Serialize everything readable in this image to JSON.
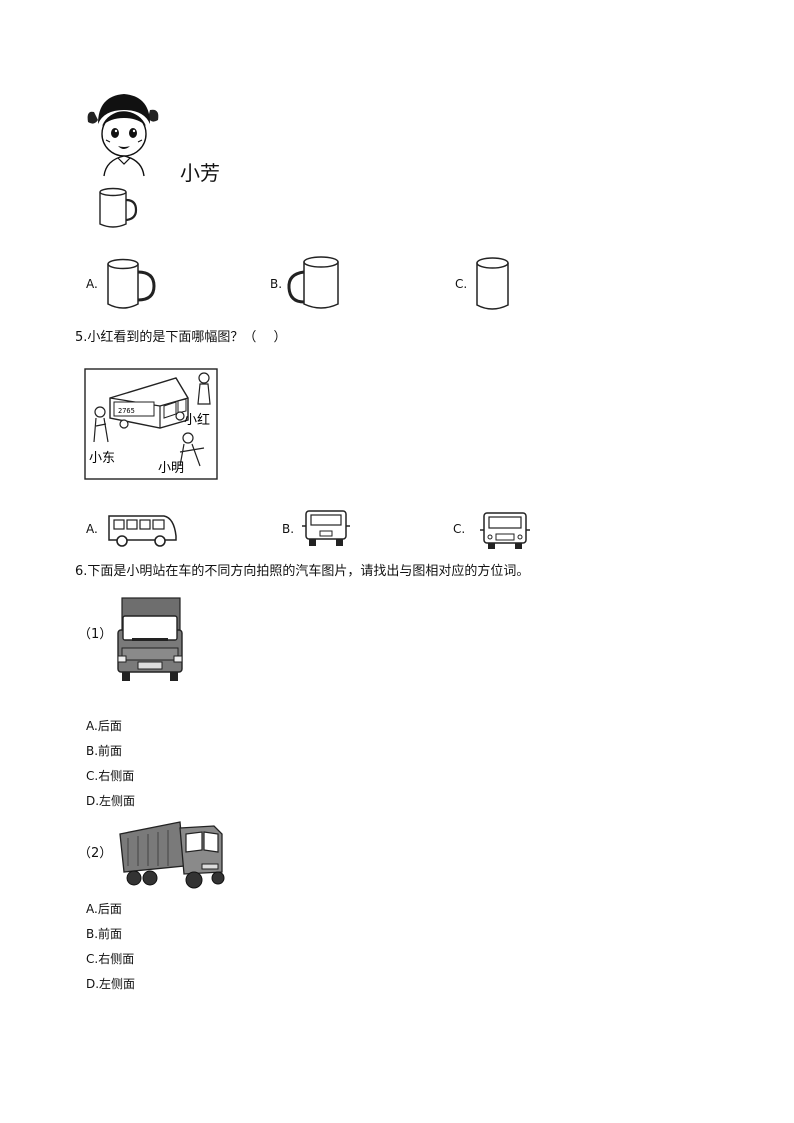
{
  "q4": {
    "girl_name": "小芳",
    "options": [
      {
        "letter": "A."
      },
      {
        "letter": "B."
      },
      {
        "letter": "C."
      }
    ]
  },
  "q5": {
    "question": "5.小红看到的是下面哪幅图？（　  ）",
    "scene_labels": {
      "xiaohong": "小红",
      "xiaodong": "小东",
      "xiaoming": "小明"
    },
    "bus_plate": "2765",
    "options": [
      {
        "letter": "A."
      },
      {
        "letter": "B."
      },
      {
        "letter": "C."
      }
    ]
  },
  "q6": {
    "question": "6.下面是小明站在车的不同方向拍照的汽车图片，请找出与图相对应的方位词。",
    "parts": [
      {
        "label": "（1）",
        "choices": [
          "A.后面",
          "B.前面",
          "C.右侧面",
          "D.左侧面"
        ]
      },
      {
        "label": "（2）",
        "choices": [
          "A.后面",
          "B.前面",
          "C.右侧面",
          "D.左侧面"
        ]
      }
    ]
  }
}
